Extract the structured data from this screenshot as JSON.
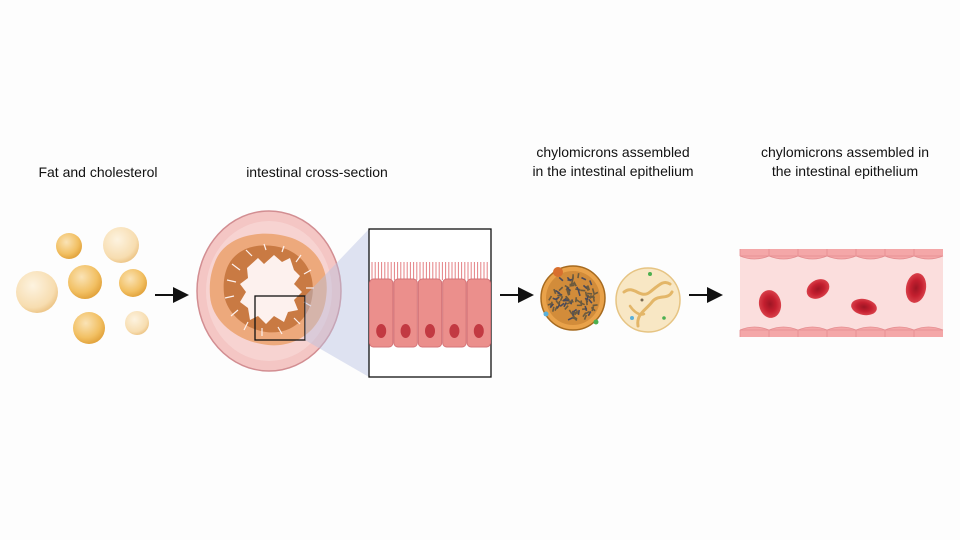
{
  "labels": {
    "fat": "Fat and cholesterol",
    "intestine": "intestinal cross-section",
    "chylo_line1": "chylomicrons assembled",
    "chylo_line2": "in the intestinal epithelium",
    "vessel_line1": "chylomicrons assembled in",
    "vessel_line2": "the intestinal epithelium"
  },
  "colors": {
    "fat_droplet": "#f2c063",
    "fat_droplet_light": "#f7ddb0",
    "intestine_outer": "#f4c6c4",
    "intestine_muscle": "#e7a06d",
    "intestine_mucosa": "#c97a43",
    "epithelial_cell": "#eb8f8c",
    "nucleus": "#c23a42",
    "vessel_wall": "#f4a7a8",
    "vessel_lumen": "#fbdedd",
    "red_blood_cell": "#c41f2f",
    "arrow": "#111111"
  }
}
